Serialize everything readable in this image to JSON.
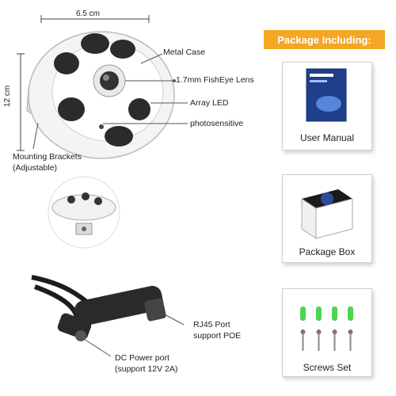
{
  "dimensions": {
    "width": "6.5 cm",
    "height": "12 cm"
  },
  "callouts": {
    "metal_case": "Metal Case",
    "fisheye_lens": "1.7mm FishEye Lens",
    "array_led": "Array LED",
    "photosensitive": "photosensitive",
    "mounting_brackets_line1": "Mounting Brackets",
    "mounting_brackets_line2": "(Adjustable)",
    "rj45_line1": "RJ45 Port",
    "rj45_line2": "support POE",
    "dc_line1": "DC Power port",
    "dc_line2": "(support 12V 2A)"
  },
  "package": {
    "title": "Package Including:",
    "items": [
      {
        "label": "User Manual"
      },
      {
        "label": "Package Box"
      },
      {
        "label": "Screws Set"
      }
    ]
  },
  "colors": {
    "banner": "#f5a623",
    "screw_anchor": "#4cd64c"
  }
}
